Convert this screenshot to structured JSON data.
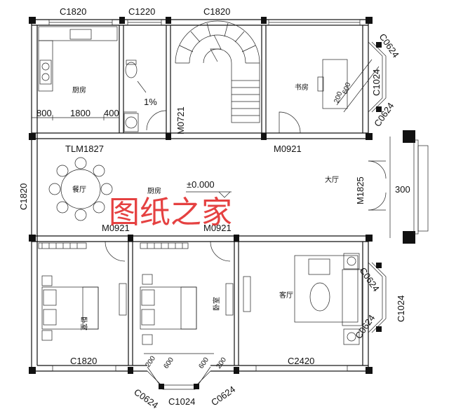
{
  "plan": {
    "top_labels": [
      "C1820",
      "C1220",
      "C1820"
    ],
    "right_labels": [
      "C0624",
      "C1024",
      "C0624"
    ],
    "right_lower_labels": [
      "C0624",
      "C1024",
      "C0624"
    ],
    "bottom_labels": [
      "C1820",
      "C2420"
    ],
    "bottom_window_labels": [
      "C0624",
      "C1024",
      "C0624"
    ],
    "bottom_dims": [
      "200",
      "600",
      "600",
      "200"
    ],
    "left_label": "C1820",
    "kitchen_dims": [
      "800",
      "1800",
      "400"
    ],
    "doors": {
      "m0721": "M0721",
      "m0921_study": "M0921",
      "tlm1827": "TLM1827",
      "m1825": "M1825",
      "m0921_left": "M0921",
      "m0921_mid": "M0921"
    },
    "rooms": {
      "kitchen": "厨房",
      "study": "书房",
      "dining": "餐厅",
      "kitchen_center": "厨房",
      "hall": "大厅",
      "bedroom_left": "卧室",
      "bedroom_mid": "卧室",
      "living": "客厅"
    },
    "slope": "1%",
    "elevation": "±0.000",
    "porch_dim": "300",
    "study_dims": [
      "200",
      "600"
    ],
    "watermark": "图纸之家"
  }
}
